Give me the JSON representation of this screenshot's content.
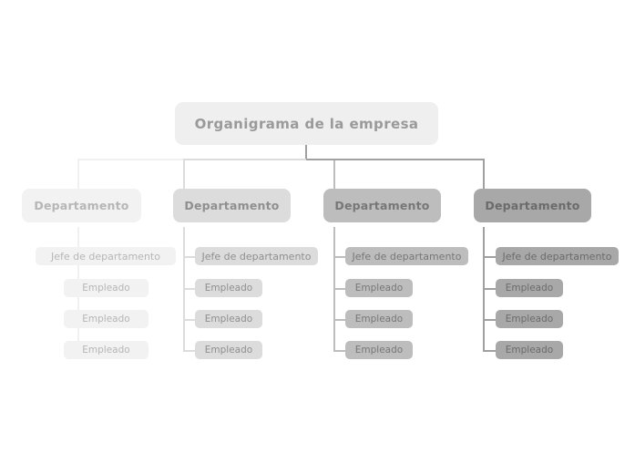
{
  "diagram": {
    "title": "Organigrama de la empresa",
    "type": "organizational-chart",
    "background_color": "#ffffff",
    "root": {
      "label": "Organigrama de la empresa",
      "box_color": "#efefef",
      "text_color": "#9a9a9a"
    },
    "labels": {
      "department": "Departamento",
      "head": "Jefe de departamento",
      "employee": "Empleado"
    },
    "branches": [
      {
        "id": "branch-1",
        "department": "Departamento",
        "head": "Jefe de departamento",
        "employees": [
          "Empleado",
          "Empleado",
          "Empleado"
        ],
        "box_color": "#f2f2f2",
        "text_color": "#b6b6b6",
        "line_color": "#f0f0f0"
      },
      {
        "id": "branch-2",
        "department": "Departamento",
        "head": "Jefe de departamento",
        "employees": [
          "Empleado",
          "Empleado",
          "Empleado"
        ],
        "box_color": "#dcdcdc",
        "text_color": "#8f8f8f",
        "line_color": "#dcdcdc"
      },
      {
        "id": "branch-3",
        "department": "Departamento",
        "head": "Jefe de departamento",
        "employees": [
          "Empleado",
          "Empleado",
          "Empleado"
        ],
        "box_color": "#bdbdbd",
        "text_color": "#777777",
        "line_color": "#bdbdbd"
      },
      {
        "id": "branch-4",
        "department": "Departamento",
        "head": "Jefe de departamento",
        "employees": [
          "Empleado",
          "Empleado",
          "Empleado"
        ],
        "box_color": "#a8a8a8",
        "text_color": "#6b6b6b",
        "line_color": "#a0a0a0"
      }
    ]
  }
}
